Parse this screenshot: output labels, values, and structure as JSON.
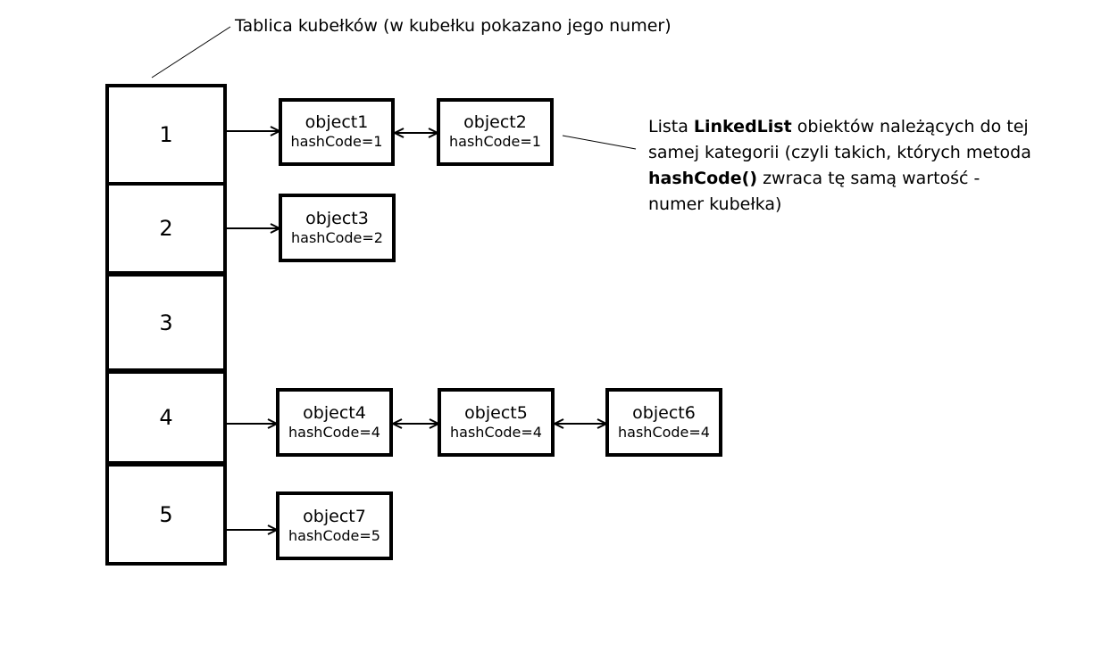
{
  "title": "Tablica kubełków (w kubełku pokazano jego numer)",
  "buckets": [
    {
      "label": "1"
    },
    {
      "label": "2"
    },
    {
      "label": "3"
    },
    {
      "label": "4"
    },
    {
      "label": "5"
    }
  ],
  "nodes": {
    "object1": {
      "name": "object1",
      "hash": "hashCode=1"
    },
    "object2": {
      "name": "object2",
      "hash": "hashCode=1"
    },
    "object3": {
      "name": "object3",
      "hash": "hashCode=2"
    },
    "object4": {
      "name": "object4",
      "hash": "hashCode=4"
    },
    "object5": {
      "name": "object5",
      "hash": "hashCode=4"
    },
    "object6": {
      "name": "object6",
      "hash": "hashCode=4"
    },
    "object7": {
      "name": "object7",
      "hash": "hashCode=5"
    }
  },
  "note": {
    "part1": "Lista ",
    "bold1": "LinkedList",
    "part2": " obiektów należących do tej samej kategorii (czyli takich, których metoda ",
    "bold2": "hashCode()",
    "part3": " zwraca tę samą wartość - numer kubełka)"
  }
}
